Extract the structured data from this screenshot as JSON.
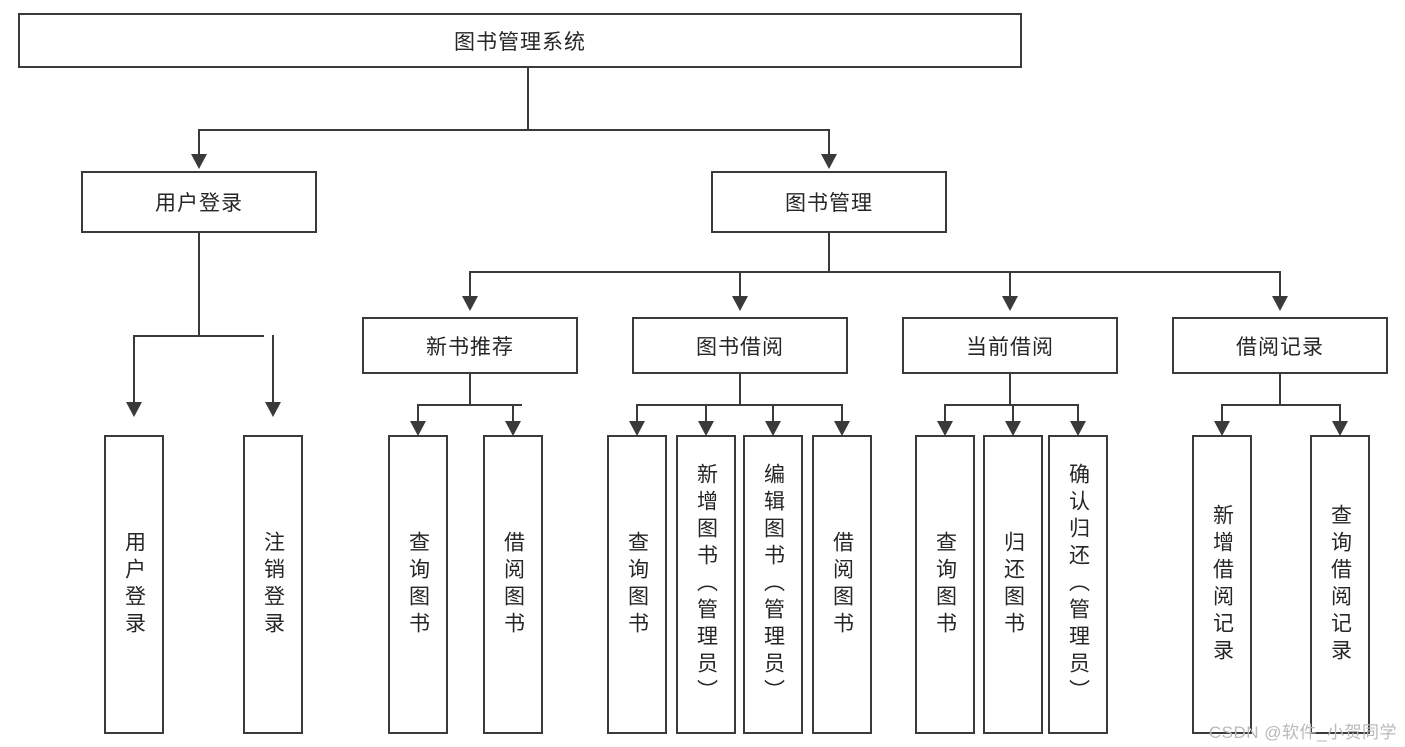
{
  "diagram": {
    "title": "图书管理系统",
    "watermark": "CSDN @软件_小贺同学",
    "colors": {
      "stroke": "#3a3a3a",
      "fill": "#ffffff",
      "text": "#262626",
      "watermark": "#b9b9b9"
    },
    "levels": {
      "root": {
        "label": "图书管理系统"
      },
      "level2": [
        {
          "label": "用户登录"
        },
        {
          "label": "图书管理"
        }
      ],
      "level3": [
        {
          "label": "新书推荐"
        },
        {
          "label": "图书借阅"
        },
        {
          "label": "当前借阅"
        },
        {
          "label": "借阅记录"
        }
      ],
      "leaves": {
        "user_login": [
          {
            "label": "用户登录"
          },
          {
            "label": "注销登录"
          }
        ],
        "new_book_recommend": [
          {
            "label": "查询图书"
          },
          {
            "label": "借阅图书"
          }
        ],
        "book_borrow": [
          {
            "label": "查询图书"
          },
          {
            "label": "新增图书（管理员）"
          },
          {
            "label": "编辑图书（管理员）"
          },
          {
            "label": "借阅图书"
          }
        ],
        "current_borrow": [
          {
            "label": "查询图书"
          },
          {
            "label": "归还图书"
          },
          {
            "label": "确认归还（管理员）"
          }
        ],
        "borrow_record": [
          {
            "label": "新增借阅记录"
          },
          {
            "label": "查询借阅记录"
          }
        ]
      }
    }
  }
}
